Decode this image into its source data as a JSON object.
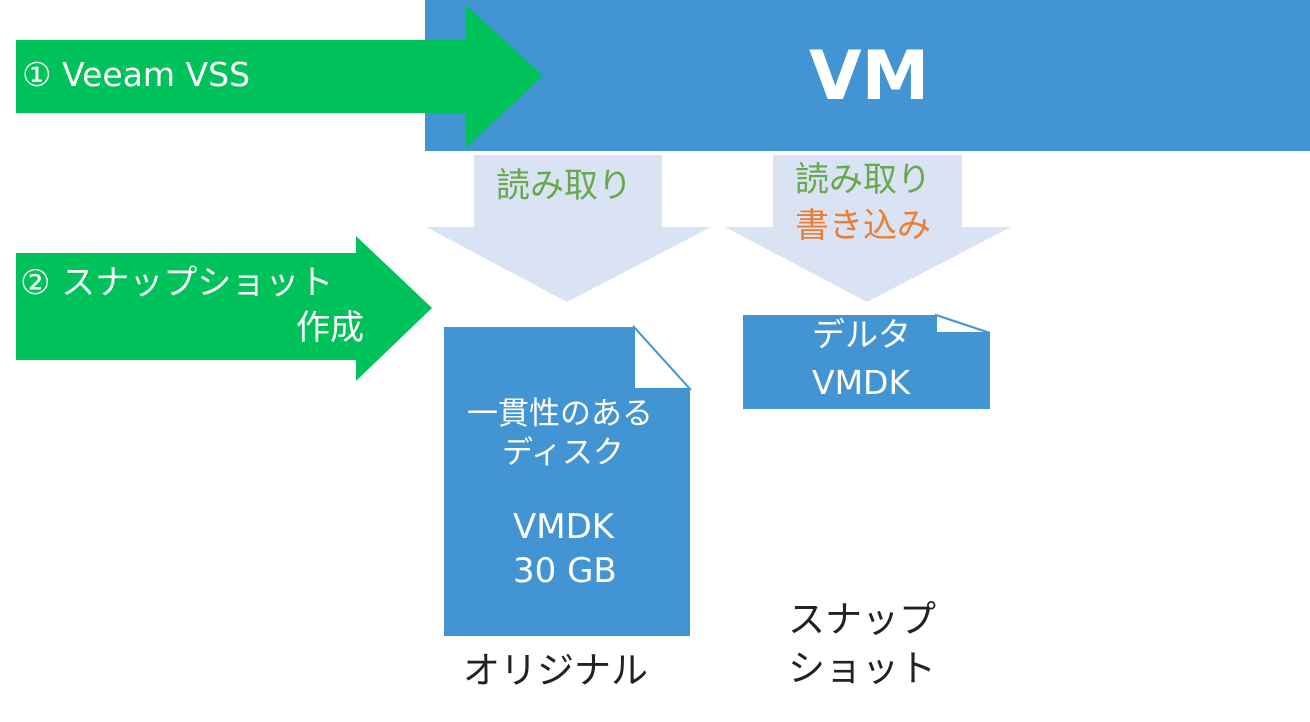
{
  "steps": {
    "step1_label": "① Veeam VSS",
    "step2_line1": "② スナップショット",
    "step2_line2": "作成"
  },
  "vm": {
    "title": "VM"
  },
  "io": {
    "original_arrow_label": "読み取り",
    "snapshot_arrow_read": "読み取り",
    "snapshot_arrow_write": "書き込み"
  },
  "disks": {
    "original": {
      "line1": "一貫性のある",
      "line2": "ディスク",
      "type": "VMDK",
      "size": "30 GB",
      "caption": "オリジナル"
    },
    "delta": {
      "line1": "デルタ",
      "line2": "VMDK",
      "caption_line1": "スナップ",
      "caption_line2": "ショット"
    }
  },
  "colors": {
    "step_arrow": "#00c25a",
    "vm_block": "#4394d2",
    "io_arrow": "#dae3f3",
    "read_text": "#6aa84f",
    "write_text": "#ed7d31",
    "disk_fill": "#4394d2"
  }
}
